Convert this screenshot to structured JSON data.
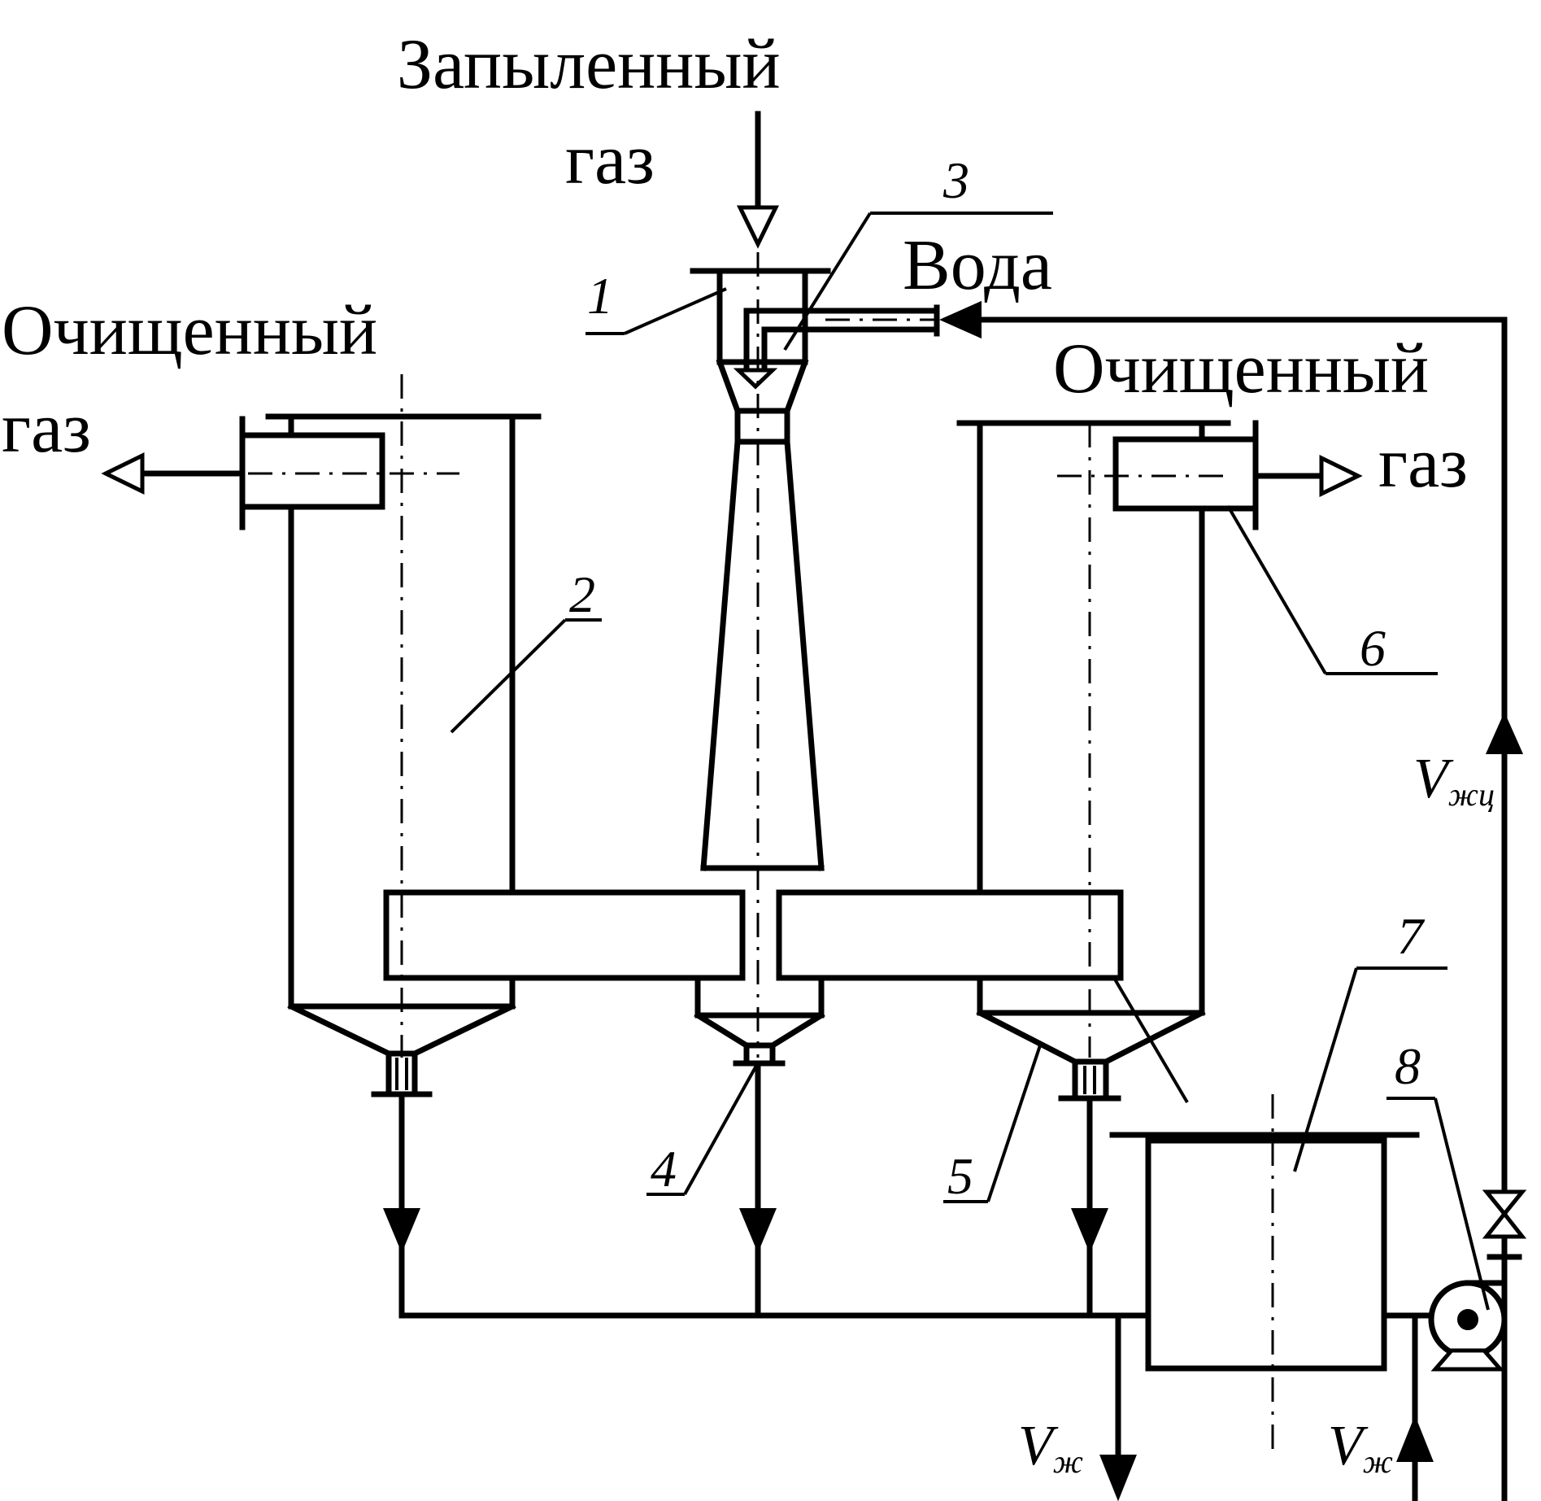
{
  "labels": {
    "inlet_line1": "Запыленный",
    "inlet_line2": "газ",
    "water": "Вода",
    "clean_left_line1": "Очищенный",
    "clean_left_line2": "газ",
    "clean_right_line1": "Очищенный",
    "clean_right_line2": "газ"
  },
  "components": {
    "n1": "1",
    "n2": "2",
    "n3": "3",
    "n4": "4",
    "n5": "5",
    "n6": "6",
    "n7": "7",
    "n8": "8"
  },
  "flows": {
    "v_main": "V",
    "v_recirc_sub": "жц",
    "v_out_sub": "ж",
    "v_in_sub": "ж"
  }
}
